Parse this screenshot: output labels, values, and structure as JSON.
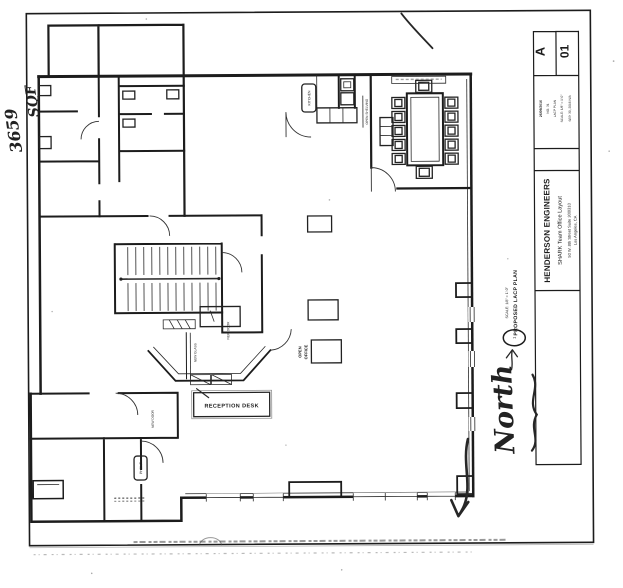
{
  "annotations": {
    "area_sqft_line1": "3659",
    "area_sqft_line2": "SQF",
    "north": "North"
  },
  "plan_label": {
    "title": "PROPOSED LACP PLAN",
    "scale": "SCALE: 1/8\" = 1'-0\"",
    "bubble": "1"
  },
  "title_block": {
    "sheet_letter": "A",
    "sheet_number": "01",
    "revision_rows": [
      "26/09/2016",
      "NO. 31",
      "LACP PLAN",
      "SCALE: 1/8\" = 1'-0\"",
      "SEP. 30, 2016  N/A"
    ],
    "firm": "HENDERSON ENGINEERS",
    "project": "SHARK Team Office Layout",
    "address1": "50 W. 8th Street Suite 300/310",
    "address2": "Los Angeles, CA"
  },
  "rooms": {
    "open_office_line1": "OPEN",
    "open_office_line2": "OFFICE",
    "kitchen": "KITCHEN",
    "phone": "PHONE",
    "reception": "RECEPTION DESK"
  },
  "wall_notes": {
    "new_glass": "NEW GLASS",
    "shelving": "OPEN SHELVING",
    "new_door_sw": "NEW DOOR",
    "new_door_stair": "NEW DOOR"
  }
}
